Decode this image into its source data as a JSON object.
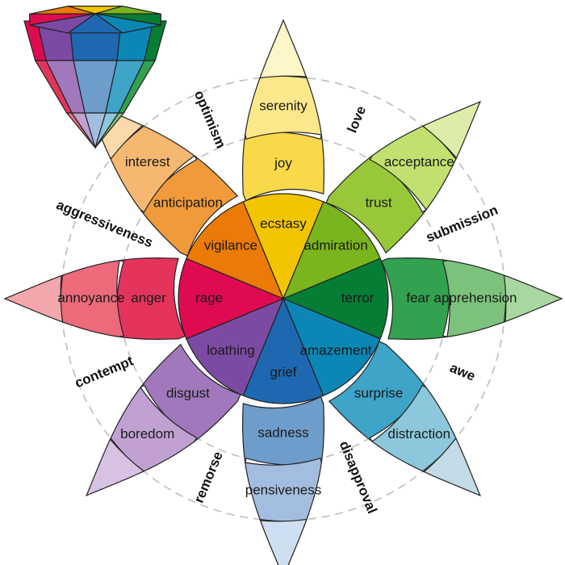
{
  "title": "Plutchik's Wheel of Emotions",
  "petals": [
    {
      "id": "joy",
      "inner": "ecstasy",
      "middle": "joy",
      "outer": "serenity",
      "colors": [
        "#f2c500",
        "#f8d94a",
        "#fbe88a",
        "#fdf6c8"
      ]
    },
    {
      "id": "trust",
      "inner": "admiration",
      "middle": "trust",
      "outer": "acceptance",
      "colors": [
        "#7ab51d",
        "#98c83a",
        "#c2e070",
        "#ddeda9"
      ]
    },
    {
      "id": "fear",
      "inner": "terror",
      "middle": "fear",
      "outer": "apprehension",
      "colors": [
        "#067d34",
        "#33a150",
        "#7cc27c",
        "#a8d7a0"
      ]
    },
    {
      "id": "surprise",
      "inner": "amazement",
      "middle": "surprise",
      "outer": "distraction",
      "colors": [
        "#0c86b5",
        "#3ea4c8",
        "#8cc7dc",
        "#c2dbe6"
      ]
    },
    {
      "id": "sadness",
      "inner": "grief",
      "middle": "sadness",
      "outer": "pensiveness",
      "colors": [
        "#1d68b0",
        "#6e9ccb",
        "#a3bde0",
        "#cddff0"
      ]
    },
    {
      "id": "disgust",
      "inner": "loathing",
      "middle": "disgust",
      "outer": "boredom",
      "colors": [
        "#7d4aa3",
        "#a078bb",
        "#c0a1d2",
        "#d7c2e4"
      ]
    },
    {
      "id": "anger",
      "inner": "rage",
      "middle": "anger",
      "outer": "annoyance",
      "colors": [
        "#de0b50",
        "#e4345c",
        "#ec6a7a",
        "#f4a6ad"
      ]
    },
    {
      "id": "anticipation",
      "inner": "vigilance",
      "middle": "anticipation",
      "outer": "interest",
      "colors": [
        "#ec7a06",
        "#f19a3c",
        "#f6b870",
        "#fbd9ab"
      ]
    }
  ],
  "dyads": [
    "love",
    "submission",
    "awe",
    "disapproval",
    "remorse",
    "contempt",
    "aggressiveness",
    "optimism"
  ]
}
